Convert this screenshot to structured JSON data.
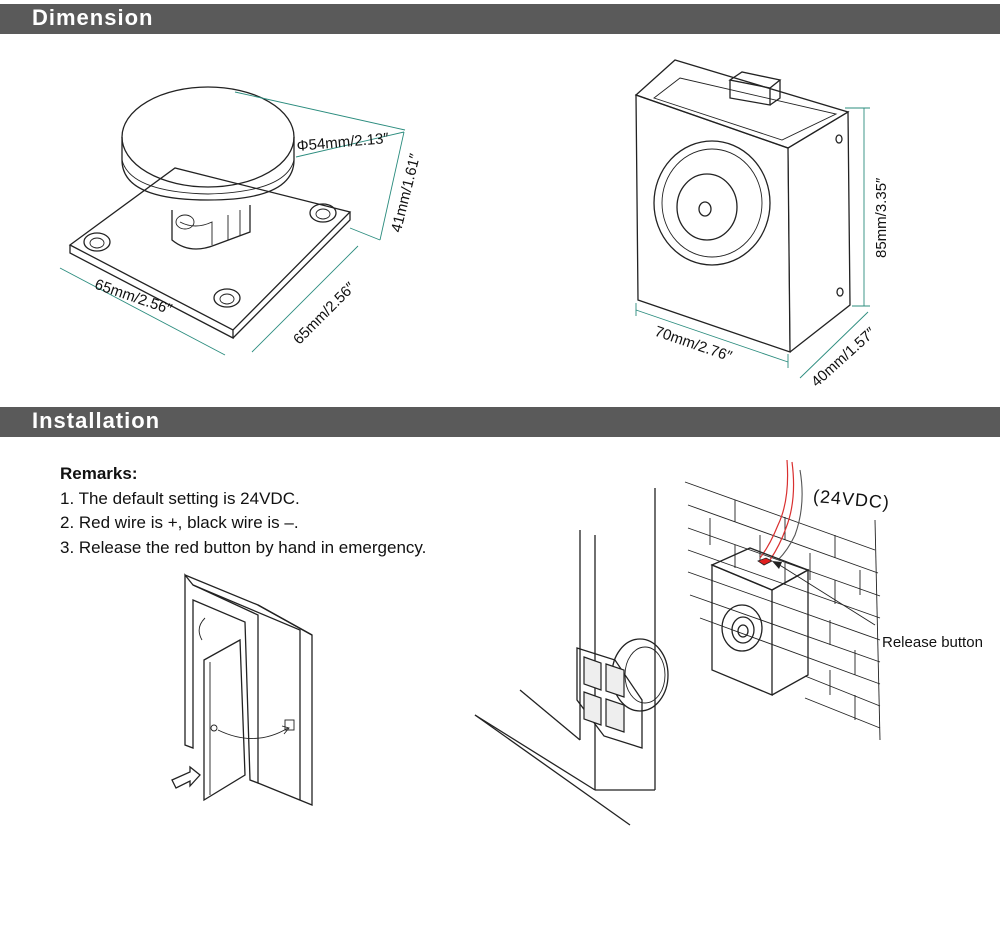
{
  "sections": {
    "dimension_title": "Dimension",
    "installation_title": "Installation"
  },
  "dimension": {
    "diameter": "Φ54mm/2.13″",
    "height": "41mm/1.61″",
    "base_length_1": "65mm/2.56″",
    "base_length_2": "65mm/2.56″",
    "box_height": "85mm/3.35″",
    "box_width": "70mm/2.76″",
    "box_depth": "40mm/1.57″"
  },
  "installation": {
    "remarks_title": "Remarks:",
    "remarks": [
      "1. The default setting is 24VDC.",
      "2. Red wire is +, black wire is –.",
      "3. Release the red button by hand in emergency."
    ],
    "voltage_label": "(24VDC)",
    "release_button_label": "Release button"
  },
  "colors": {
    "header_bg": "#5a5a5a",
    "dimension_line": "#2b8c7e",
    "wire_red": "#d93030",
    "button_red": "#e02020"
  }
}
